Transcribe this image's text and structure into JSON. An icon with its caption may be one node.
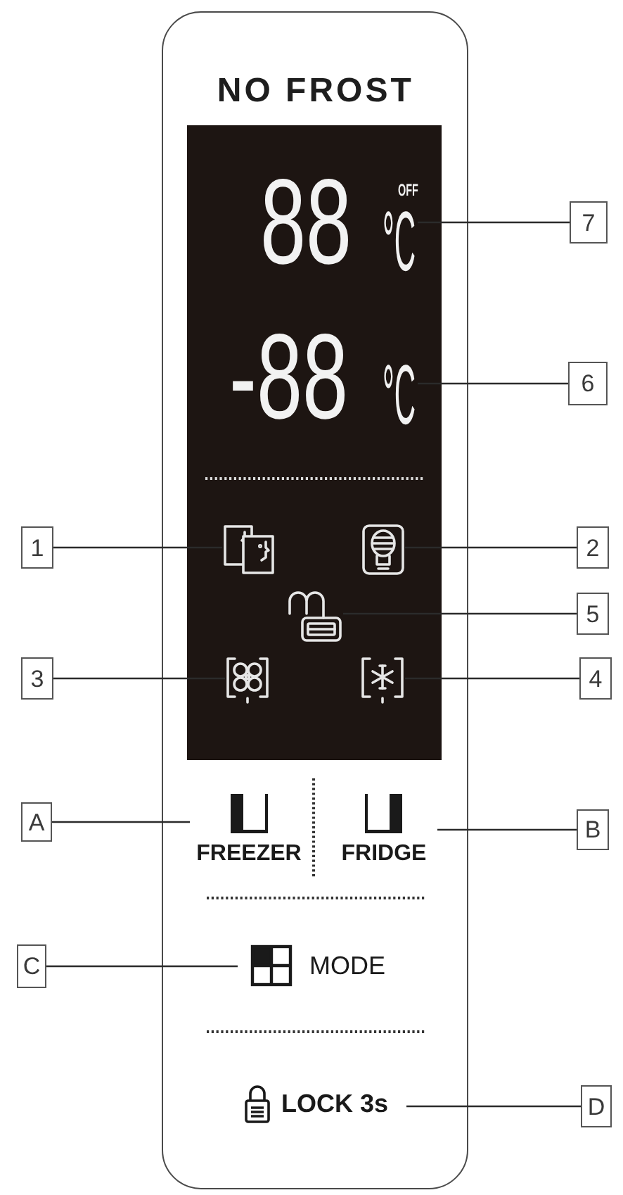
{
  "diagram": {
    "nodes": [
      {
        "text": [
          "NO FROST"
        ]
      },
      {
        "text": [],
        "shape": "box",
        "in": 0
      },
      {
        "text": [
          "88",
          "OFF",
          "°C"
        ],
        "in": 1
      },
      {
        "text": [
          "7"
        ]
      },
      {
        "text": [
          "-88",
          "°C"
        ],
        "in": 1
      },
      {
        "text": [
          "6"
        ]
      },
      {
        "text": [
          "1"
        ]
      },
      {
        "text": [],
        "shape": "picture",
        "in": 1
      },
      {
        "text": [],
        "shape": "picture",
        "in": 1
      },
      {
        "text": [
          "2"
        ]
      },
      {
        "text": [],
        "shape": "picture",
        "in": 1
      },
      {
        "text": [
          "5"
        ]
      },
      {
        "text": [
          "3"
        ]
      },
      {
        "text": [],
        "shape": "picture",
        "in": 1
      },
      {
        "text": [],
        "shape": "picture",
        "in": 1
      },
      {
        "text": [
          "4"
        ]
      },
      {
        "text": [
          "A"
        ]
      },
      {
        "text": [
          "FREEZER"
        ],
        "in": 0
      },
      {
        "text": [
          "FRIDGE"
        ],
        "in": 0
      },
      {
        "text": [
          "B"
        ]
      },
      {
        "text": [
          "C"
        ]
      },
      {
        "text": [
          "MODE"
        ],
        "in": 0
      },
      {
        "text": [
          "LOCK 3s"
        ],
        "in": 0
      },
      {
        "text": [
          "D"
        ]
      }
    ],
    "edges": [
      {
        "from": 3,
        "to": 2,
        "arrow": "none"
      },
      {
        "from": 5,
        "to": 4,
        "arrow": "none"
      },
      {
        "from": 6,
        "to": 7,
        "arrow": "none"
      },
      {
        "from": 9,
        "to": 8,
        "arrow": "none"
      },
      {
        "from": 11,
        "to": 10,
        "arrow": "none"
      },
      {
        "from": 12,
        "to": 13,
        "arrow": "none"
      },
      {
        "from": 15,
        "to": 14,
        "arrow": "none"
      },
      {
        "from": 16,
        "to": 17,
        "arrow": "none"
      },
      {
        "from": 19,
        "to": 18,
        "arrow": "none"
      },
      {
        "from": 20,
        "to": 21,
        "arrow": "none"
      },
      {
        "from": 23,
        "to": 22,
        "arrow": "none"
      }
    ]
  }
}
